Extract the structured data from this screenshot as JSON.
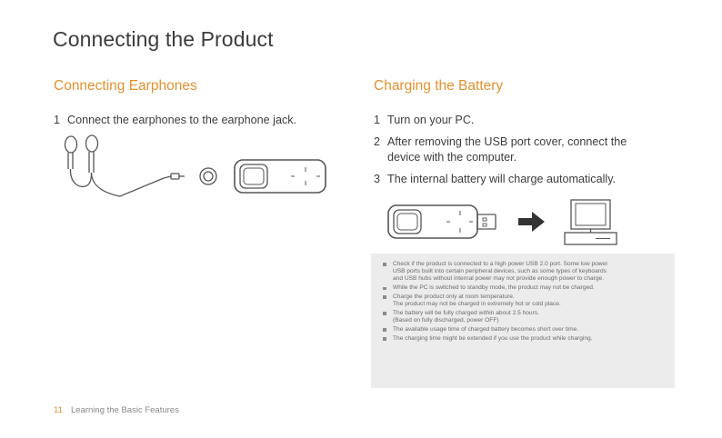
{
  "title": "Connecting the Product",
  "left_section": {
    "heading": "Connecting Earphones",
    "steps": [
      {
        "num": "1",
        "text": "Connect the earphones to the earphone jack."
      }
    ]
  },
  "right_section": {
    "heading": "Charging the Battery",
    "steps": [
      {
        "num": "1",
        "text": "Turn on your PC."
      },
      {
        "num": "2",
        "text_line1": "After removing the USB port cover, connect the",
        "text_line2": "device with the computer."
      },
      {
        "num": "3",
        "text": "The internal battery will charge automatically."
      }
    ]
  },
  "notes": [
    {
      "lines": [
        "Check if the product is connected to a high power USB 2.0 port. Some low power",
        "USB ports built into certain peripheral devices, such as some types of keyboards",
        "and USB hubs without internal power may not provide enough power to charge."
      ]
    },
    {
      "lines": [
        "While the PC is switched to standby mode, the product may not be charged."
      ]
    },
    {
      "lines": [
        "Charge the product only at room temperature.",
        "The product may not be charged in extremely hot or cold place."
      ]
    },
    {
      "lines": [
        "The battery will be fully charged within about 2.5 hours.",
        "(Based on fully discharged, power OFF)"
      ]
    },
    {
      "lines": [
        "The available usage time of charged battery becomes short over time."
      ]
    },
    {
      "lines": [
        "The charging time might be extended if you use the product while charging."
      ]
    }
  ],
  "footer": {
    "page_number": "11",
    "section": "Learning the Basic Features"
  },
  "colors": {
    "accent": "#e3912f",
    "text": "#3a3a3a",
    "notes_bg": "#ececec"
  }
}
